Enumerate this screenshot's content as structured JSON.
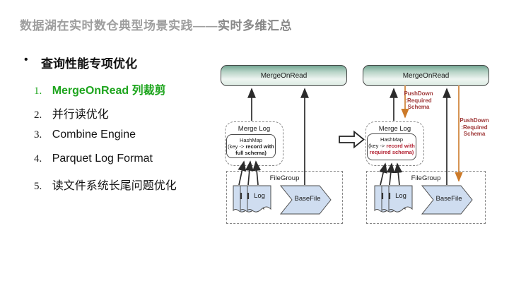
{
  "title": {
    "prefix": "数据湖在实时数仓典型场景实践——",
    "emphasis": "实时多维汇总"
  },
  "outline": {
    "bullet_glyph": "•",
    "heading": "查询性能专项优化",
    "items": [
      {
        "num": "1.",
        "label": "MergeOnRead 列裁剪"
      },
      {
        "num": "2.",
        "label": "并行读优化"
      },
      {
        "num": "3.",
        "label": "Combine Engine"
      },
      {
        "num": "4.",
        "label": "Parquet Log Format"
      },
      {
        "num": "5.",
        "label": "读文件系统长尾问题优化"
      }
    ]
  },
  "diagrams": {
    "left": {
      "top_box": "MergeOnRead",
      "merge_log_label": "Merge Log",
      "hashmap_title": "HashMap",
      "hashmap_key_prefix": "(key ->",
      "hashmap_bold_line1": "record with",
      "hashmap_bold_line2": "full schema)",
      "filegroup_label": "FileGroup",
      "log_label": "Log",
      "basefile_label": "BaseFile"
    },
    "right": {
      "top_box": "MergeOnRead",
      "merge_log_label": "Merge Log",
      "hashmap_title": "HashMap",
      "hashmap_key_prefix": "(key ->",
      "hashmap_bold_line1": "record with",
      "hashmap_bold_line2": "required schema)",
      "filegroup_label": "FileGroup",
      "log_label": "Log",
      "basefile_label": "BaseFile",
      "pushdown_top": {
        "line1": "PushDown",
        "line2": ":Required",
        "line3": "Schema"
      },
      "pushdown_right": {
        "line1": "PushDown",
        "line2": ":Required",
        "line3": "Schema"
      }
    }
  },
  "colors": {
    "accent_green": "#1ea51e",
    "pushdown_red": "#a03a3a",
    "hashmap_red": "#b22030",
    "orange_arrow": "#cc7a29",
    "mor_gradient_top": "#74a794",
    "mor_gradient_bottom": "#dcebe3",
    "file_shape_fill": "#cfddf0",
    "title_gray": "#9e9e9e"
  }
}
